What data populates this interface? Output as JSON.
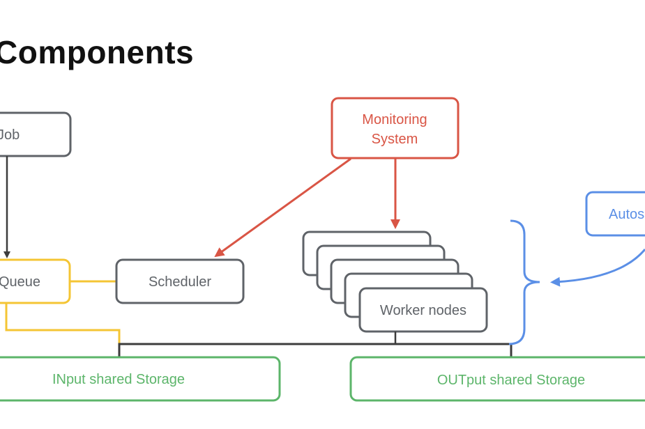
{
  "title": "Components",
  "colors": {
    "gray": "#5f6368",
    "dark_line": "#3c3c3c",
    "red": "#d95545",
    "yellow": "#f4c534",
    "green": "#5cb56a",
    "blue": "#5b8fe6",
    "text_gray": "#5f6368"
  },
  "nodes": {
    "job": {
      "label": "Job",
      "visible_label": "Job"
    },
    "queue": {
      "label": "Queue"
    },
    "scheduler": {
      "label": "Scheduler"
    },
    "monitoring": {
      "label_line1": "Monitoring",
      "label_line2": "System"
    },
    "workers": {
      "label": "Worker nodes",
      "stack_count": 5
    },
    "autoscaler": {
      "label": "Autos"
    },
    "input_storage": {
      "label": "INput shared Storage"
    },
    "output_storage": {
      "label": "OUTput shared Storage"
    }
  },
  "edges": [
    {
      "from": "job",
      "to": "queue",
      "type": "arrow",
      "color": "gray"
    },
    {
      "from": "queue",
      "to": "scheduler",
      "type": "line",
      "color": "yellow"
    },
    {
      "from": "queue",
      "to": "input_storage",
      "type": "line",
      "color": "yellow"
    },
    {
      "from": "monitoring",
      "to": "scheduler",
      "type": "arrow",
      "color": "red"
    },
    {
      "from": "monitoring",
      "to": "workers",
      "type": "arrow",
      "color": "red"
    },
    {
      "from": "workers",
      "to": "storage_bus",
      "type": "line",
      "color": "dark_line"
    },
    {
      "from": "autoscaler",
      "to": "workers",
      "type": "curved-arrow",
      "color": "blue"
    }
  ]
}
